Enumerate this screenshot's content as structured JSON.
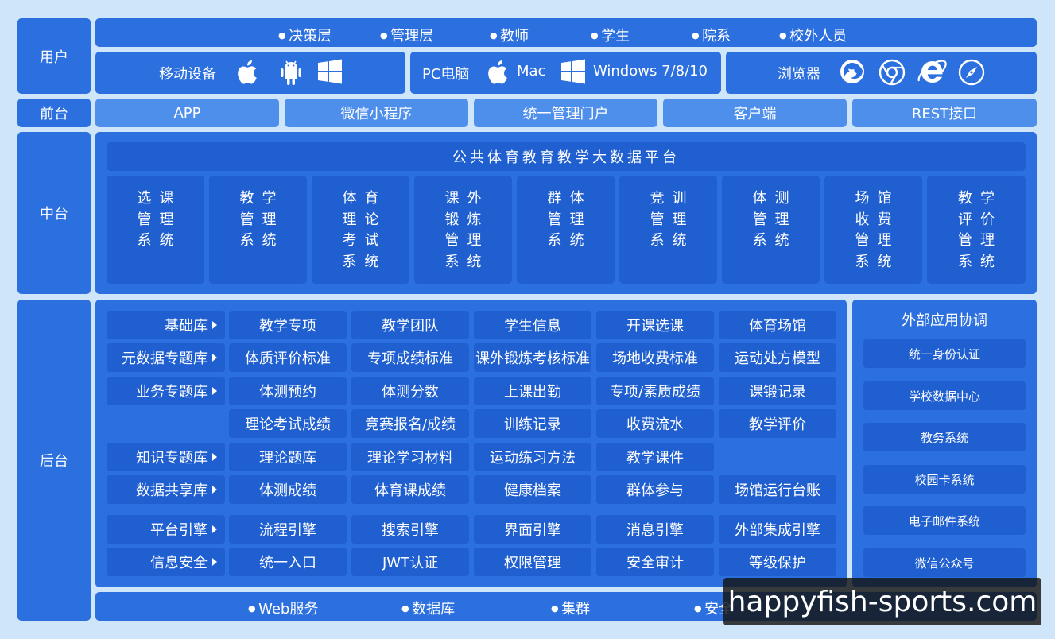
{
  "layers": {
    "user": "用户",
    "frontend": "前台",
    "middle": "中台",
    "backend": "后台"
  },
  "users": [
    "决策层",
    "管理层",
    "教师",
    "学生",
    "院系",
    "校外人员"
  ],
  "devices": {
    "mobile": {
      "label": "移动设备",
      "icons": [
        "apple-icon",
        "android-icon",
        "windows-icon"
      ]
    },
    "pc": {
      "label": "PC电脑",
      "mac": "Mac",
      "windows": "Windows 7/8/10",
      "icons": [
        "apple-icon",
        "windows-icon"
      ]
    },
    "browser": {
      "label": "浏览器",
      "icons": [
        "firefox-icon",
        "chrome-icon",
        "ie-icon",
        "safari-icon"
      ]
    }
  },
  "frontend": [
    "APP",
    "微信小程序",
    "统一管理门户",
    "客户端",
    "REST接口"
  ],
  "middle": {
    "title": "公共体育教育教学大数据平台",
    "systems": [
      [
        "选课",
        "管理",
        "系统"
      ],
      [
        "教学",
        "管理",
        "系统"
      ],
      [
        "体育",
        "理论",
        "考试",
        "系统"
      ],
      [
        "课外",
        "锻炼",
        "管理",
        "系统"
      ],
      [
        "群体",
        "管理",
        "系统"
      ],
      [
        "竞训",
        "管理",
        "系统"
      ],
      [
        "体测",
        "管理",
        "系统"
      ],
      [
        "场馆",
        "收费",
        "管理",
        "系统"
      ],
      [
        "教学",
        "评价",
        "管理",
        "系统"
      ]
    ]
  },
  "backend": {
    "libraries": [
      "基础库",
      "元数据专题库",
      "业务专题库",
      "",
      "知识专题库",
      "数据共享库",
      "平台引擎",
      "信息安全"
    ],
    "rows": [
      [
        "教学专项",
        "教学团队",
        "学生信息",
        "开课选课",
        "体育场馆"
      ],
      [
        "体质评价标准",
        "专项成绩标准",
        "课外锻炼考核标准",
        "场地收费标准",
        "运动处方模型"
      ],
      [
        "体测预约",
        "体测分数",
        "上课出勤",
        "专项/素质成绩",
        "课锻记录"
      ],
      [
        "理论考试成绩",
        "竞赛报名/成绩",
        "训练记录",
        "收费流水",
        "教学评价"
      ],
      [
        "理论题库",
        "理论学习材料",
        "运动练习方法",
        "教学课件",
        ""
      ],
      [
        "体测成绩",
        "体育课成绩",
        "健康档案",
        "群体参与",
        "场馆运行台账"
      ],
      [
        "流程引擎",
        "搜索引擎",
        "界面引擎",
        "消息引擎",
        "外部集成引擎"
      ],
      [
        "统一入口",
        "JWT认证",
        "权限管理",
        "安全审计",
        "等级保护"
      ]
    ],
    "external": {
      "title": "外部应用协调",
      "items": [
        "统一身份认证",
        "学校数据中心",
        "教务系统",
        "校园卡系统",
        "电子邮件系统",
        "微信公众号"
      ]
    }
  },
  "infra": [
    "Web服务",
    "数据库",
    "集群",
    "安全"
  ],
  "watermark": "happyfish-sports.com"
}
